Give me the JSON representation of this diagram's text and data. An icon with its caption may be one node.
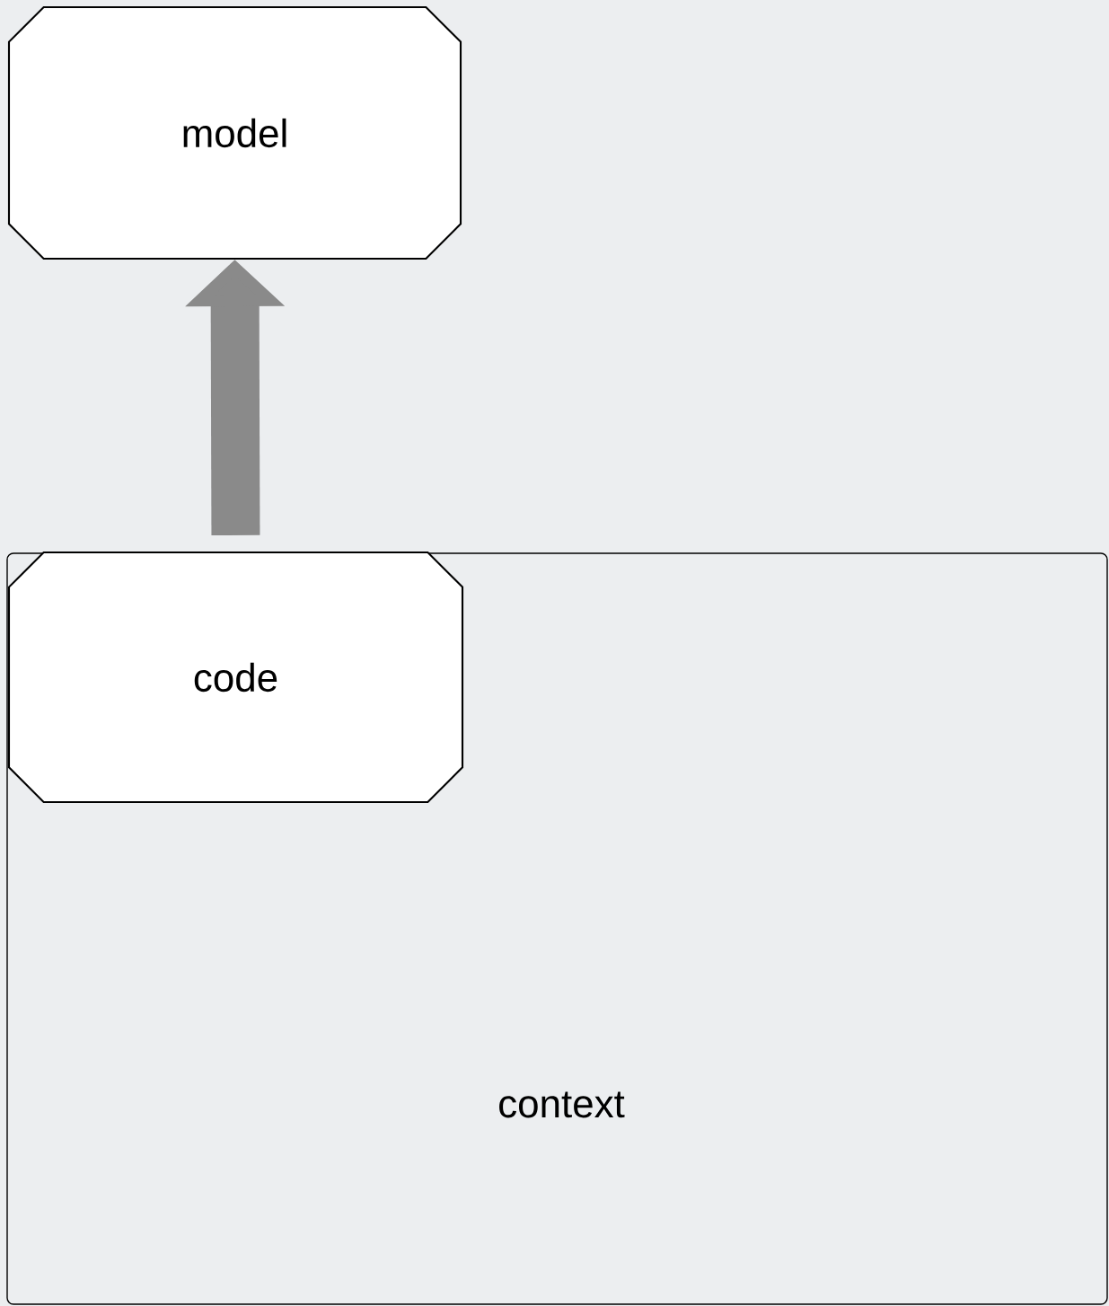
{
  "diagram": {
    "nodes": [
      {
        "text": [
          "model"
        ]
      },
      {
        "text": [
          "context"
        ]
      },
      {
        "text": [
          "code"
        ],
        "in": 1
      }
    ],
    "edges": [
      {
        "from": 2,
        "to": 0,
        "arrow": "to"
      }
    ]
  }
}
